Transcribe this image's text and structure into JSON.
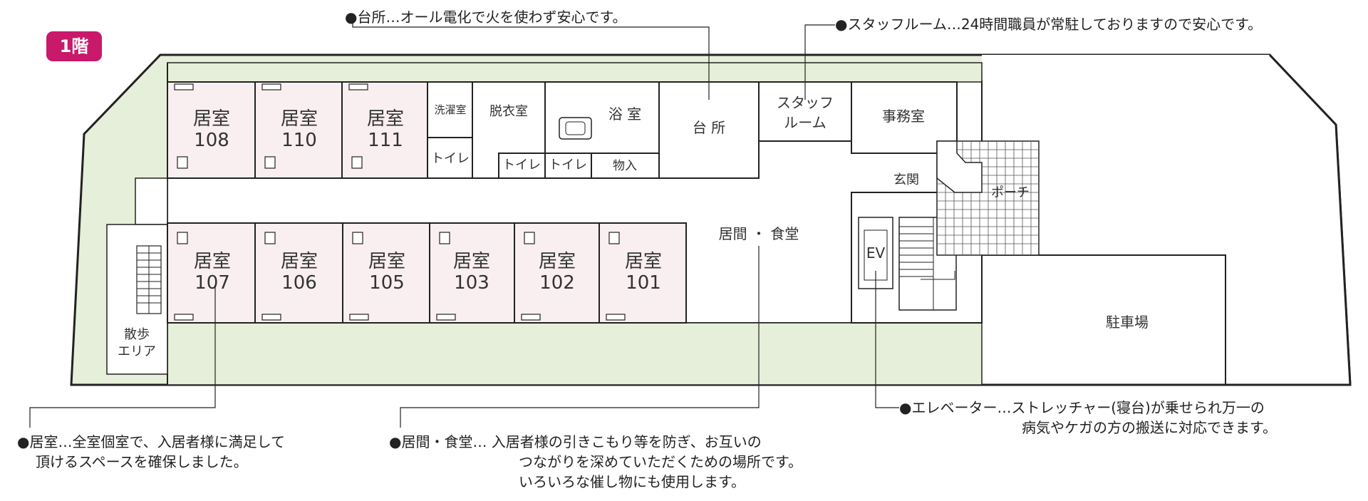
{
  "floor_badge": "1階",
  "colors": {
    "badge": "#c8196b",
    "green": "#e6efd9",
    "pink": "#f9eff0",
    "wall": "#222222",
    "building": "#ffffff"
  },
  "rooms": {
    "r108": "居室\n108",
    "r110": "居室\n110",
    "r111": "居室\n111",
    "r107": "居室\n107",
    "r106": "居室\n106",
    "r105": "居室\n105",
    "r103": "居室\n103",
    "r102": "居室\n102",
    "r101": "居室\n101",
    "laundry": "洗濯室",
    "toilet_a": "トイレ",
    "dressing": "脱衣室",
    "toilet_b": "トイレ",
    "toilet_c": "トイレ",
    "bath": "浴 室",
    "storage": "物入",
    "kitchen": "台 所",
    "staff_room": "スタッフ\nルーム",
    "office": "事務室",
    "entrance": "玄関",
    "porch": "ポーチ",
    "living_dining": "居間 ・ 食堂",
    "elevator": "EV",
    "walk_area": "散歩\nエリア",
    "parking": "駐車場"
  },
  "callouts": {
    "kitchen": "●台所…オール電化で火を使わず安心です。",
    "staff": "●スタッフルーム…24時間職員が常駐しておりますので安心です。",
    "room_line1": "●居室…全室個室で、入居者様に満足して",
    "room_line2": "頂けるスペースを確保しました。",
    "living_line1": "●居間・食堂… 入居者様の引きこもり等を防ぎ、お互いの",
    "living_line2": "つながりを深めていただくための場所です。",
    "living_line3": "いろいろな催し物にも使用します。",
    "ev_line1": "●エレベーター…ストレッチャー(寝台)が乗せられ万一の",
    "ev_line2": "病気やケガの方の搬送に対応できます。"
  }
}
